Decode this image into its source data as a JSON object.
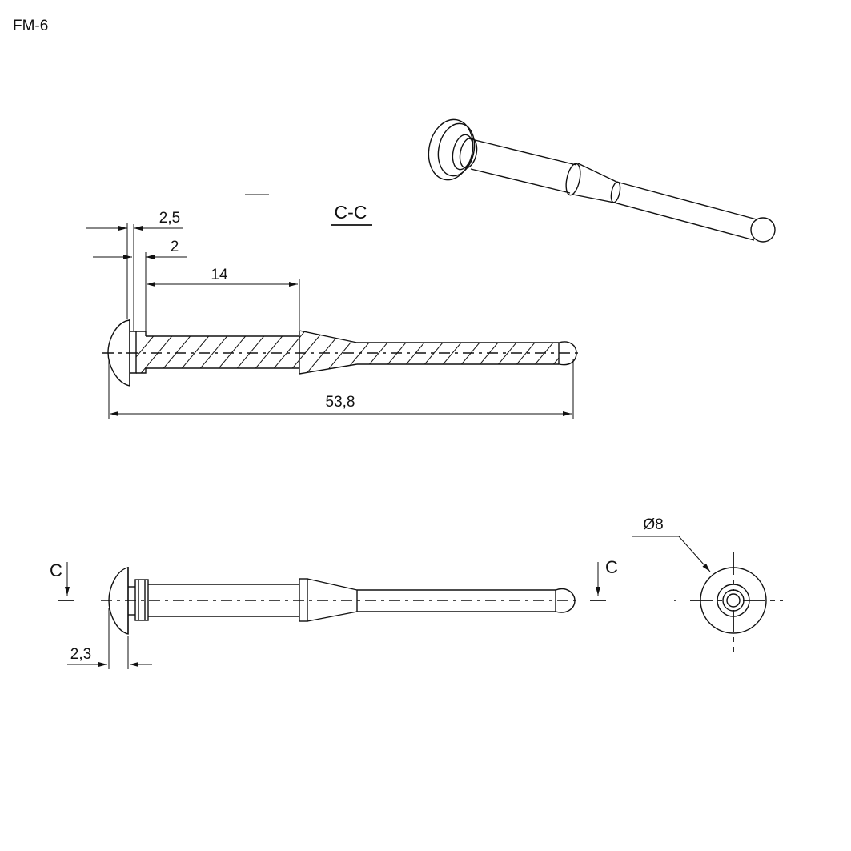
{
  "part_code": "FM-6",
  "section_title": "C-C",
  "section_marker_left": "C",
  "section_marker_right": "C",
  "dimensions": {
    "head_thickness": "2,5",
    "groove_width": "2",
    "shank_length": "14",
    "overall_length": "53,8",
    "flange_thickness": "2,3",
    "diameter": "Ø8"
  }
}
